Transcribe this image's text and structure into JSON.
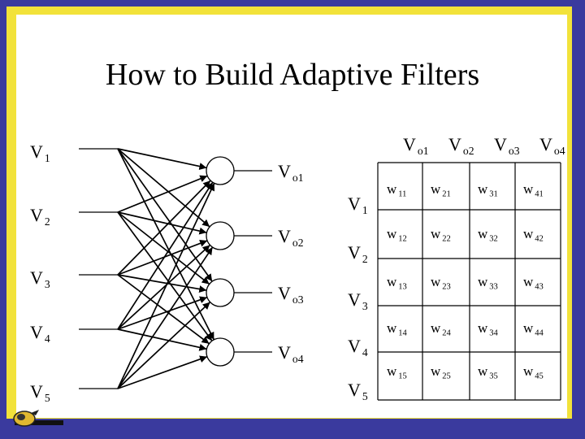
{
  "title": "How to Build Adaptive Filters",
  "inputs": [
    {
      "base": "V",
      "sub": "1"
    },
    {
      "base": "V",
      "sub": "2"
    },
    {
      "base": "V",
      "sub": "3"
    },
    {
      "base": "V",
      "sub": "4"
    },
    {
      "base": "V",
      "sub": "5"
    }
  ],
  "outputs": [
    {
      "base": "V",
      "sub": "o1"
    },
    {
      "base": "V",
      "sub": "o2"
    },
    {
      "base": "V",
      "sub": "o3"
    },
    {
      "base": "V",
      "sub": "o4"
    }
  ],
  "matrix": {
    "col_headers": [
      {
        "base": "V",
        "sub": "o1"
      },
      {
        "base": "V",
        "sub": "o2"
      },
      {
        "base": "V",
        "sub": "o3"
      },
      {
        "base": "V",
        "sub": "o4"
      }
    ],
    "row_labels": [
      {
        "base": "V",
        "sub": "1"
      },
      {
        "base": "V",
        "sub": "2"
      },
      {
        "base": "V",
        "sub": "3"
      },
      {
        "base": "V",
        "sub": "4"
      },
      {
        "base": "V",
        "sub": "5"
      }
    ],
    "cells": [
      [
        {
          "base": "w",
          "sub": "11"
        },
        {
          "base": "w",
          "sub": "21"
        },
        {
          "base": "w",
          "sub": "31"
        },
        {
          "base": "w",
          "sub": "41"
        }
      ],
      [
        {
          "base": "w",
          "sub": "12"
        },
        {
          "base": "w",
          "sub": "22"
        },
        {
          "base": "w",
          "sub": "32"
        },
        {
          "base": "w",
          "sub": "42"
        }
      ],
      [
        {
          "base": "w",
          "sub": "13"
        },
        {
          "base": "w",
          "sub": "23"
        },
        {
          "base": "w",
          "sub": "33"
        },
        {
          "base": "w",
          "sub": "43"
        }
      ],
      [
        {
          "base": "w",
          "sub": "14"
        },
        {
          "base": "w",
          "sub": "24"
        },
        {
          "base": "w",
          "sub": "34"
        },
        {
          "base": "w",
          "sub": "44"
        }
      ],
      [
        {
          "base": "w",
          "sub": "15"
        },
        {
          "base": "w",
          "sub": "25"
        },
        {
          "base": "w",
          "sub": "35"
        },
        {
          "base": "w",
          "sub": "45"
        }
      ]
    ]
  },
  "colors": {
    "outer_border": "#3a3a9e",
    "inner_border": "#f2e23a",
    "background": "#ffffff"
  }
}
